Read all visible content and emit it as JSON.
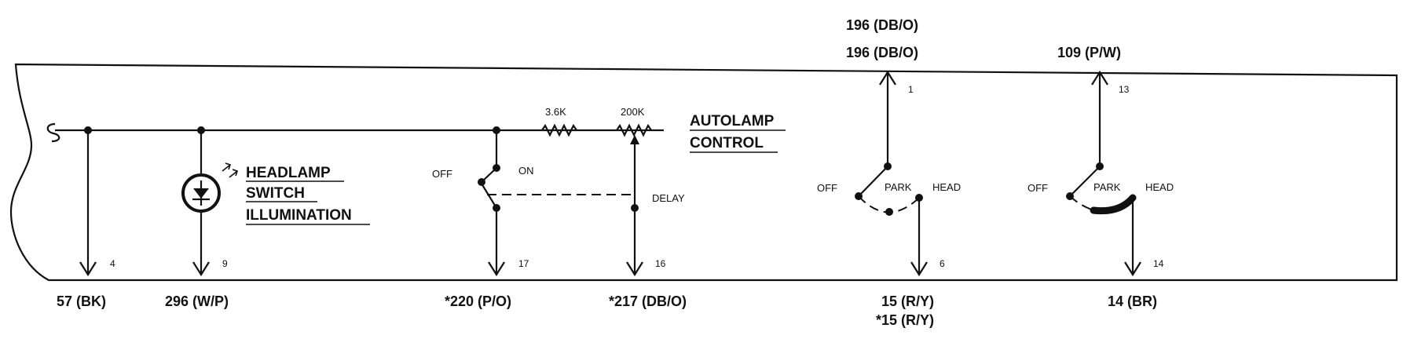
{
  "top_labels": {
    "wire_196_upper": "196 (DB/O)",
    "wire_196_lower": "196 (DB/O)",
    "wire_109": "109 (P/W)"
  },
  "bottom_labels": {
    "wire_57": "57 (BK)",
    "wire_296": "296 (W/P)",
    "wire_220": "*220 (P/O)",
    "wire_217": "*217 (DB/O)",
    "wire_15": "15 (R/Y)",
    "wire_15_alt": "*15 (R/Y)",
    "wire_14": "14 (BR)"
  },
  "pins": {
    "p4": "4",
    "p9": "9",
    "p17": "17",
    "p16": "16",
    "p6": "6",
    "p14": "14",
    "p1": "1",
    "p13": "13"
  },
  "headlamp_illumination": {
    "line1": "HEADLAMP",
    "line2": "SWITCH",
    "line3": "ILLUMINATION"
  },
  "autolamp": {
    "line1": "AUTOLAMP",
    "line2": "CONTROL",
    "resistor1": "3.6K",
    "resistor2": "200K",
    "off": "OFF",
    "on": "ON",
    "delay": "DELAY"
  },
  "switch1": {
    "off": "OFF",
    "park": "PARK",
    "head": "HEAD"
  },
  "switch2": {
    "off": "OFF",
    "park": "PARK",
    "head": "HEAD"
  }
}
